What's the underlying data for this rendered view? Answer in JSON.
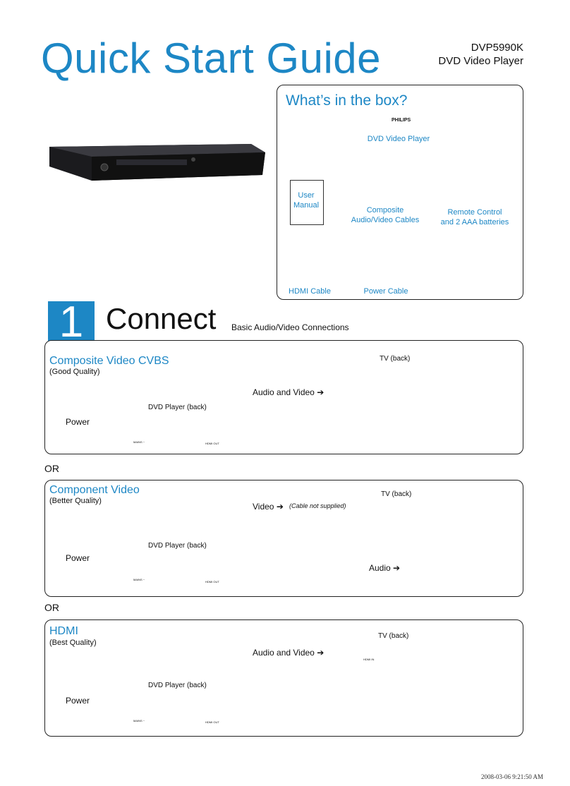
{
  "header": {
    "title": "Quick Start Guide",
    "model": "DVP5990K",
    "product": "DVD Video Player"
  },
  "box": {
    "title": "What’s in the box?",
    "player_brand": "PHILIPS",
    "items": {
      "player": "DVD Video Player",
      "manual_line1": "User",
      "manual_line2": "Manual",
      "cables_line1": "Composite",
      "cables_line2": "Audio/Video Cables",
      "remote_line1": "Remote Control",
      "remote_line2": "and 2 AAA batteries",
      "hdmi": "HDMI Cable",
      "power": "Power Cable"
    }
  },
  "section": {
    "number": "1",
    "title": "Connect",
    "subtitle": "Basic Audio/Video Connections"
  },
  "panels": [
    {
      "title": "Composite Video CVBS",
      "quality": "(Good Quality)",
      "tv": "TV (back)",
      "signal": "Audio and Video",
      "player": "DVD Player (back)",
      "power": "Power"
    },
    {
      "title": "Component Video",
      "quality": "(Better Quality)",
      "tv": "TV (back)",
      "signal": "Video",
      "note": "(Cable not supplied)",
      "audio": "Audio",
      "player": "DVD Player (back)",
      "power": "Power"
    },
    {
      "title": "HDMI",
      "quality": "(Best Quality)",
      "tv": "TV (back)",
      "signal": "Audio and Video",
      "player": "DVD Player (back)",
      "power": "Power",
      "hdmi_in": "HDMI IN"
    }
  ],
  "or": "OR",
  "player_labels": {
    "mains": "MAINS ~",
    "hdmi_out": "HDMI OUT"
  },
  "footer": "2008-03-06   9:21:50 AM",
  "colors": {
    "accent": "#1d87c5",
    "yellow": "#f3d23a",
    "red": "#d8262b",
    "white": "#eeeeee",
    "green": "#2e9e44",
    "blue": "#2b5fb0"
  }
}
